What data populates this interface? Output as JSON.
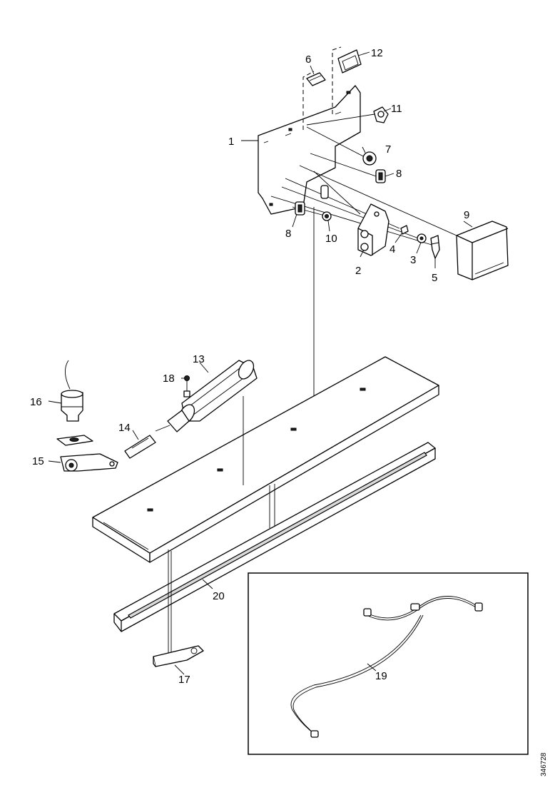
{
  "callouts": {
    "c1": "1",
    "c2": "2",
    "c3": "3",
    "c4": "4",
    "c5": "5",
    "c6": "6",
    "c7": "7",
    "c8a": "8",
    "c8b": "8",
    "c9": "9",
    "c10": "10",
    "c11": "11",
    "c12": "12",
    "c13": "13",
    "c14": "14",
    "c15": "15",
    "c16": "16",
    "c17": "17",
    "c18": "18",
    "c19": "19",
    "c20": "20"
  },
  "doc_id": "346728"
}
